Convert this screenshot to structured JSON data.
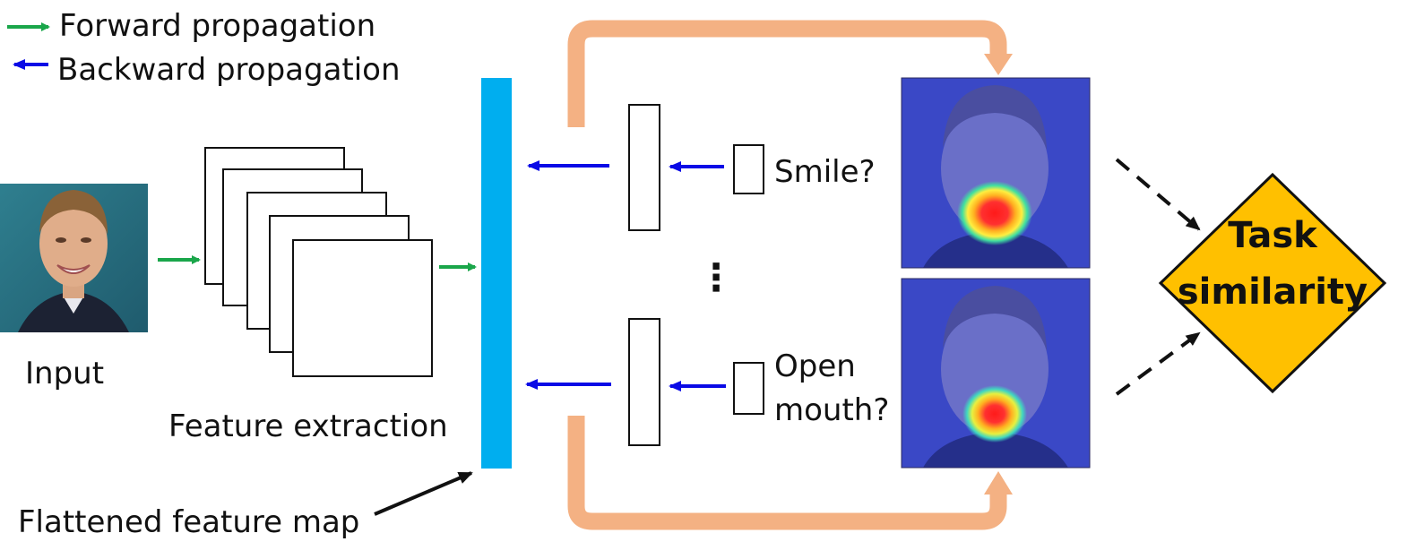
{
  "legend": {
    "forward_label": "Forward propagation",
    "backward_label": "Backward propagation"
  },
  "input_label": "Input",
  "feature_extraction_label": "Feature extraction",
  "flattened_label": "Flattened feature map",
  "tasks": {
    "smile_label": "Smile?",
    "ellipsis": "⋮",
    "open_mouth_line1": "Open",
    "open_mouth_line2": "mouth?"
  },
  "decision": {
    "line1": "Task",
    "line2": "similarity"
  },
  "colors": {
    "forward_arrow": "#1aa64a",
    "backward_arrow": "#0a0ae6",
    "feature_bar": "#00aeef",
    "skip_connection": "#f4b183",
    "decision_fill": "#ffc000",
    "heatmap_background": "#3a48c6"
  }
}
